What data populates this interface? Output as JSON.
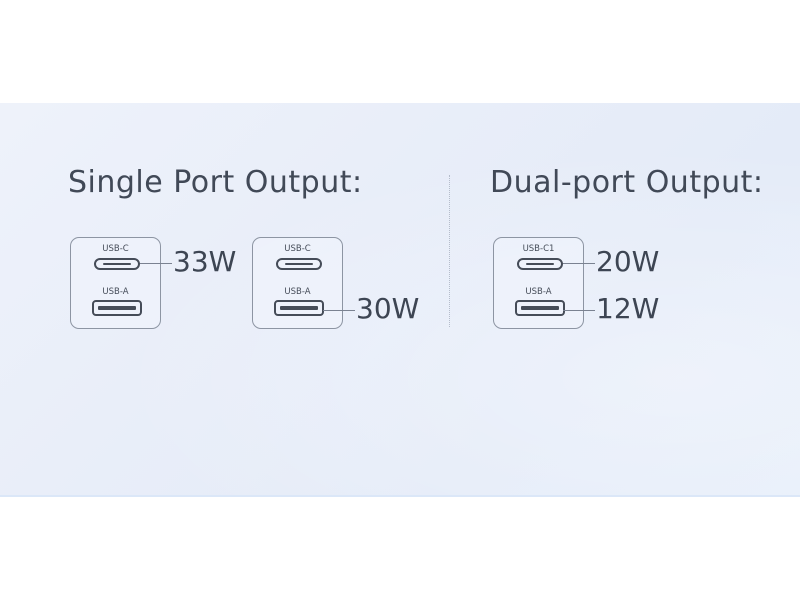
{
  "single_port": {
    "title": "Single Port Output:",
    "charger1": {
      "top_label": "USB-C",
      "bottom_label": "USB-A",
      "wattage": "33W"
    },
    "charger2": {
      "top_label": "USB-C",
      "bottom_label": "USB-A",
      "wattage": "30W"
    }
  },
  "dual_port": {
    "title": "Dual-port Output:",
    "charger": {
      "top_label": "USB-C1",
      "bottom_label": "USB-A",
      "top_wattage": "20W",
      "bottom_wattage": "12W"
    }
  },
  "colors": {
    "background": "#eaeff9",
    "text": "#3f4755",
    "outline": "#8d95a3"
  },
  "icons": [
    "usb-c-port-icon",
    "usb-a-port-icon"
  ]
}
